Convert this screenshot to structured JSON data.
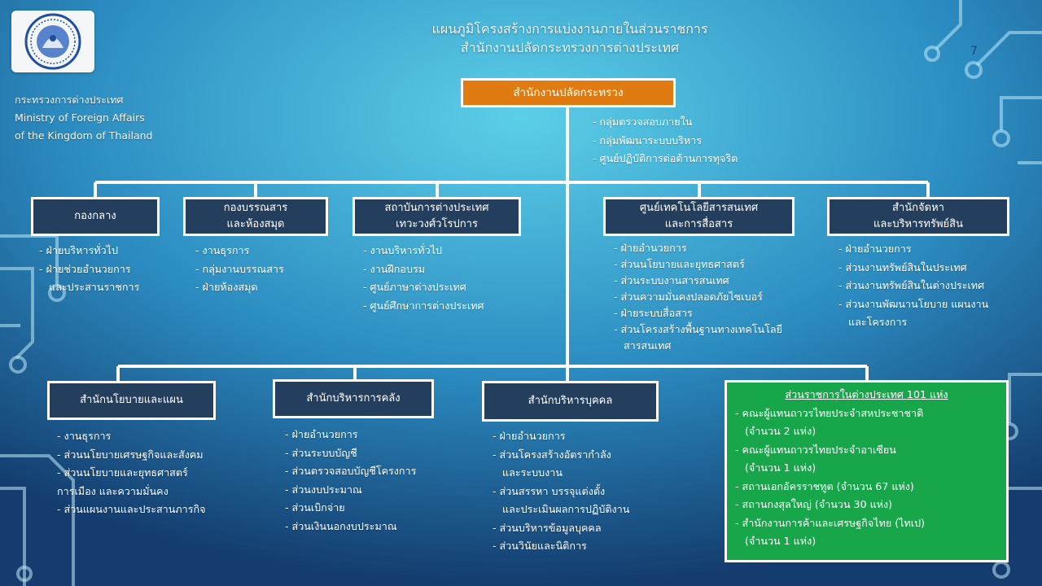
{
  "title": {
    "line1": "แผนภูมิโครงสร้างการแบ่งงานภายในส่วนราชการ",
    "line2": "สำนักงานปลัดกระทรวงการต่างประเทศ"
  },
  "page_number": "7",
  "ministry": {
    "line1": "กระทรวงการต่างประเทศ",
    "line2": "Ministry of Foreign Affairs",
    "line3": "of the Kingdom of Thailand"
  },
  "top_unit": {
    "name": "สำนักงานปลัดกระทรวง",
    "groups": [
      "- กลุ่มตรวจสอบภายใน",
      "- กลุ่มพัฒนาระบบบริหาร",
      "- ศูนย์ปฏิบัติการต่อต้านการทุจริต"
    ]
  },
  "row1": [
    {
      "name": "กองกลาง",
      "items": [
        "- ฝ่ายบริหารทั่วไป",
        "- ฝ่ายช่วยอำนวยการ",
        "  และประสานราชการ"
      ]
    },
    {
      "name_line1": "กองบรรณสาร",
      "name_line2": "และห้องสมุด",
      "items": [
        "- งานธุรการ",
        "- กลุ่มงานบรรณสาร",
        "- ฝ่ายห้องสมุด"
      ]
    },
    {
      "name_line1": "สถาบันการต่างประเทศ",
      "name_line2": "เทวะวงศ์วโรปการ",
      "items": [
        "- งานบริหารทั่วไป",
        "- งานฝึกอบรม",
        "- ศูนย์ภาษาต่างประเทศ",
        "- ศูนย์ศึกษาการต่างประเทศ"
      ]
    },
    {
      "name_line1": "ศูนย์เทคโนโลยีสารสนเทศ",
      "name_line2": "และการสื่อสาร",
      "items": [
        "- ฝ่ายอำนวยการ",
        "- ส่วนนโยบายและยุทธศาสตร์",
        "- ส่วนระบบงานสารสนเทศ",
        "- ส่วนความมั่นคงปลอดภัยไซเบอร์",
        "- ฝ่ายระบบสื่อสาร",
        "- ส่วนโครงสร้างพื้นฐานทางเทคโนโลยี",
        "  สารสนเทศ"
      ]
    },
    {
      "name_line1": "สำนักจัดหา",
      "name_line2": "และบริหารทรัพย์สิน",
      "items": [
        "- ฝ่ายอำนวยการ",
        "- ส่วนงานทรัพย์สินในประเทศ",
        "- ส่วนงานทรัพย์สินในต่างประเทศ",
        "- ส่วนงานพัฒนานโยบาย แผนงาน",
        "  และโครงการ"
      ]
    }
  ],
  "row2": [
    {
      "name": "สำนักนโยบายและแผน",
      "items": [
        "- งานธุรการ",
        "- ส่วนนโยบายเศรษฐกิจและสังคม",
        "- ส่วนนโยบายและยุทธศาสตร์",
        "การเมือง และความมั่นคง",
        "- ส่วนแผนงานและประสานภารกิจ"
      ]
    },
    {
      "name": "สำนักบริหารการคลัง",
      "items": [
        "- ฝ่ายอำนวยการ",
        "- ส่วนระบบบัญชี",
        "- ส่วนตรวจสอบบัญชีโครงการ",
        "- ส่วนงบประมาณ",
        "- ส่วนเบิกจ่าย",
        "- ส่วนเงินนอกงบประมาณ"
      ]
    },
    {
      "name": "สำนักบริหารบุคคล",
      "items": [
        "- ฝ่ายอำนวยการ",
        "- ส่วนโครงสร้างอัตรากำลัง",
        "  และระบบงาน",
        "- ส่วนสรรหา บรรจุแต่งตั้ง",
        "  และประเมินผลการปฏิบัติงาน",
        "- ส่วนบริหารข้อมูลบุคคล",
        "- ส่วนวินัยและนิติการ"
      ]
    }
  ],
  "overseas": {
    "header": "ส่วนราชการในต่างประเทศ 101 แห่ง",
    "items": [
      "- คณะผู้แทนถาวรไทยประจำสหประชาชาติ",
      "  (จำนวน 2 แห่ง)",
      "- คณะผู้แทนถาวรไทยประจำอาเซียน",
      "  (จำนวน 1 แห่ง)",
      "- สถานเอกอัครราชทูต (จำนวน 67 แห่ง)",
      "- สถานกงสุลใหญ่ (จำนวน 30 แห่ง)",
      "- สำนักงานการค้าและเศรษฐกิจไทย (ไทเป)",
      "  (จำนวน 1 แห่ง)"
    ]
  },
  "colors": {
    "top_box": "#e07b12",
    "unit_box": "#243f5e",
    "overseas_box": "#17a74a",
    "connector": "#ffffff"
  }
}
